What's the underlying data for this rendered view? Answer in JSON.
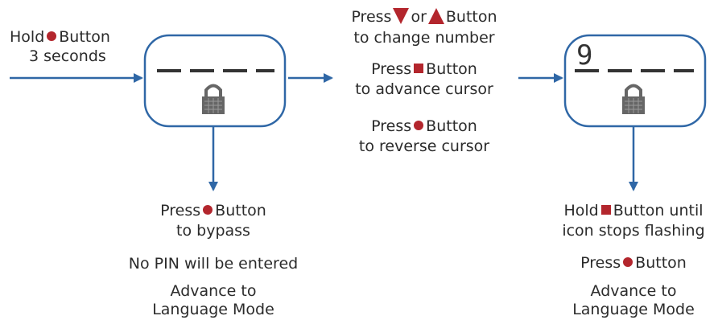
{
  "colors": {
    "accent": "#b3262d",
    "outline": "#2f67a6",
    "text": "#2b2b2b"
  },
  "step1": {
    "hold_prefix": "Hold",
    "hold_suffix": "Button",
    "hold_line2": "3 seconds"
  },
  "bypass": {
    "press_prefix": "Press",
    "press_suffix": "Button",
    "line2": "to bypass",
    "line3": "No PIN will be entered",
    "line4": "Advance to",
    "line5": "Language Mode"
  },
  "controls": {
    "change_press": "Press",
    "change_or": "or",
    "change_button": "Button",
    "change_line2": "to change number",
    "advance_press": "Press",
    "advance_button": "Button",
    "advance_line2": "to advance cursor",
    "reverse_press": "Press",
    "reverse_button": "Button",
    "reverse_line2": "to reverse cursor"
  },
  "display2": {
    "entered_digit": "9"
  },
  "finish": {
    "hold_prefix": "Hold",
    "hold_suffix": "Button until",
    "line2": "icon stops flashing",
    "press_prefix": "Press",
    "press_suffix": "Button",
    "line4": "Advance to",
    "line5": "Language Mode"
  }
}
